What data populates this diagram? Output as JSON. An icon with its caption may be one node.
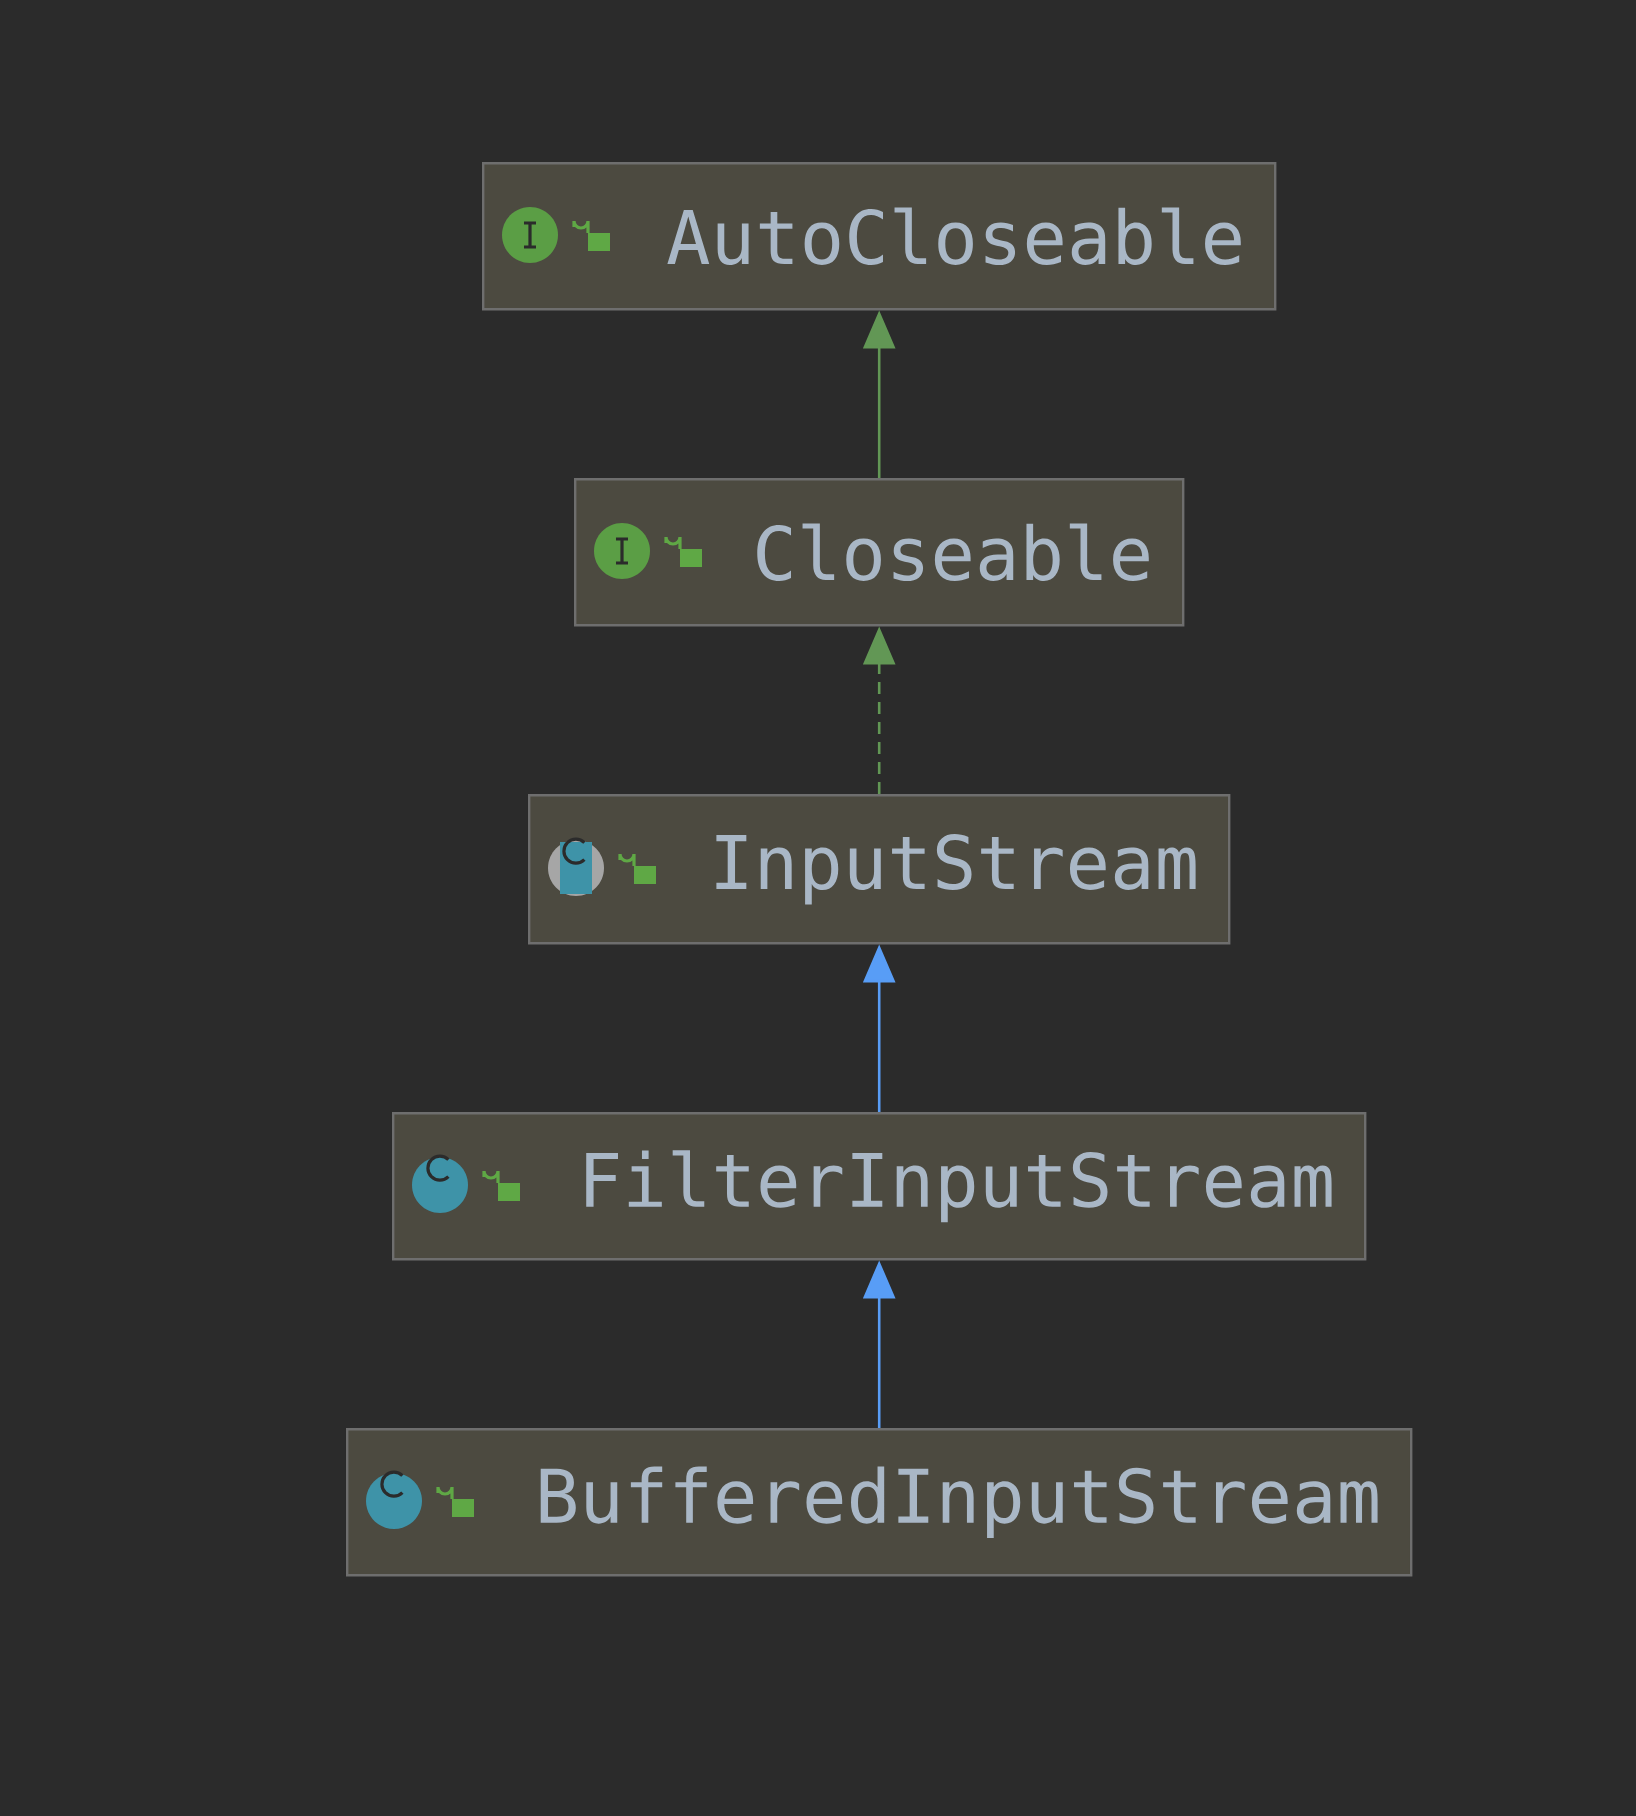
{
  "diagram": {
    "nodes": [
      {
        "text": [
          "AutoCloseable"
        ]
      },
      {
        "text": [
          "Closeable"
        ]
      },
      {
        "text": [
          "InputStream"
        ]
      },
      {
        "text": [
          "FilterInputStream"
        ]
      },
      {
        "text": [
          "BufferedInputStream"
        ]
      }
    ],
    "edges": [
      {
        "from": 1,
        "to": 0,
        "arrow": "to",
        "color": "#629755"
      },
      {
        "from": 2,
        "to": 1,
        "arrow": "to",
        "style": "dashed",
        "color": "#629755"
      },
      {
        "from": 3,
        "to": 2,
        "arrow": "to",
        "color": "#589df6"
      },
      {
        "from": 4,
        "to": 3,
        "arrow": "to",
        "color": "#589df6"
      }
    ]
  }
}
